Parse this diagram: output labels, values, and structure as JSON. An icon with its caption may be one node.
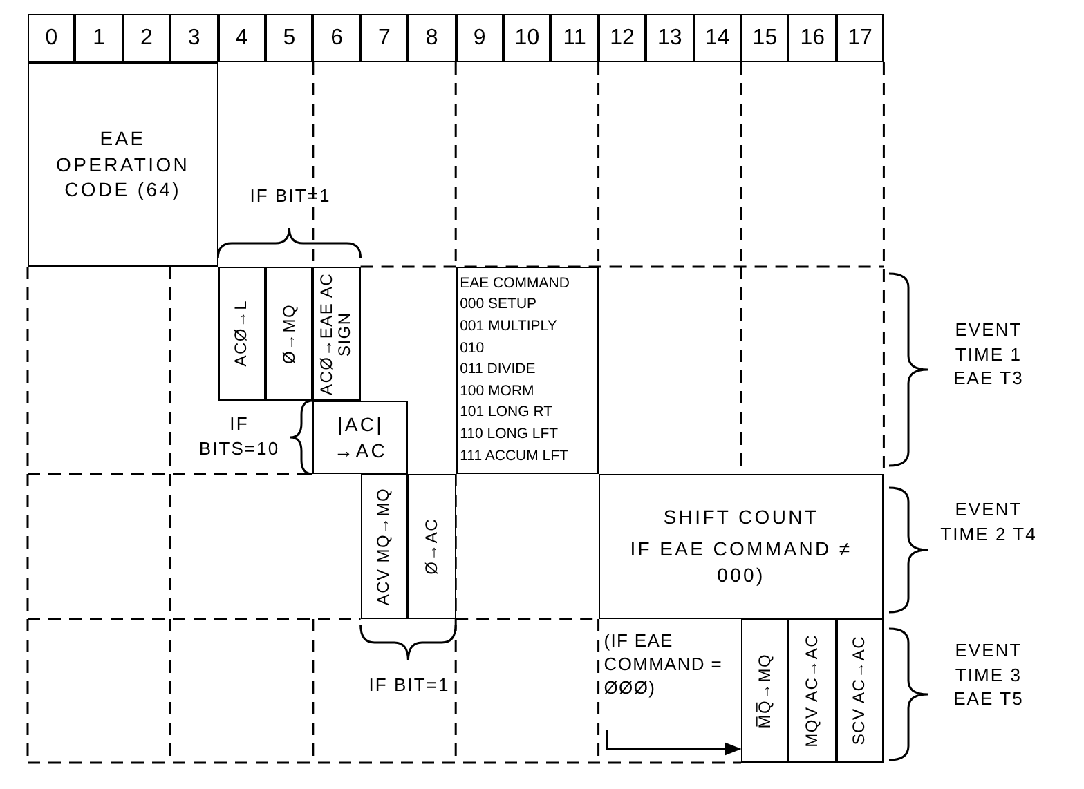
{
  "diagram": {
    "nodes": [
      {
        "text": [
          "0"
        ]
      },
      {
        "text": [
          "1"
        ]
      },
      {
        "text": [
          "2"
        ]
      },
      {
        "text": [
          "3"
        ]
      },
      {
        "text": [
          "4"
        ]
      },
      {
        "text": [
          "5"
        ]
      },
      {
        "text": [
          "6"
        ]
      },
      {
        "text": [
          "7"
        ]
      },
      {
        "text": [
          "8"
        ]
      },
      {
        "text": [
          "9"
        ]
      },
      {
        "text": [
          "10"
        ]
      },
      {
        "text": [
          "11"
        ]
      },
      {
        "text": [
          "12"
        ]
      },
      {
        "text": [
          "13"
        ]
      },
      {
        "text": [
          "14"
        ]
      },
      {
        "text": [
          "15"
        ]
      },
      {
        "text": [
          "16"
        ]
      },
      {
        "text": [
          "17"
        ]
      },
      {
        "text": [
          "EAE OPERATION CODE (64)"
        ]
      },
      {
        "text": [
          "ACØ→L"
        ]
      },
      {
        "text": [
          "Ø→MQ"
        ]
      },
      {
        "text": [
          "ACØ→EAE AC SIGN"
        ]
      },
      {
        "text": [
          "|AC|→AC"
        ]
      },
      {
        "text": [
          "EAE COMMAND",
          "000 SETUP",
          "001 MULTIPLY",
          "010",
          "011 DIVIDE",
          "100 MORM",
          "101 LONG RT",
          "110 LONG LFT",
          "111 ACCUM LFT"
        ]
      },
      {
        "text": [
          "ACV MQ→MQ"
        ]
      },
      {
        "text": [
          "Ø→AC"
        ]
      },
      {
        "text": [
          "SHIFT COUNT",
          "IF EAE COMMAND ≠ 000)"
        ]
      },
      {
        "text": [
          "(IF EAE COMMAND = ØØØ)"
        ]
      },
      {
        "text": [
          "M̅Q̅→MQ"
        ]
      },
      {
        "text": [
          "MQV AC→AC"
        ]
      },
      {
        "text": [
          "SCV AC→AC"
        ]
      }
    ],
    "edges": [
      {
        "from": 27,
        "to": 28,
        "arrow": "to"
      }
    ],
    "labels": [
      "IF BIT=1",
      "IF BITS=10",
      "IF BIT=1",
      "EVENT TIME 1 EAE T3",
      "EVENT TIME 2 T4",
      "EVENT TIME 3 EAE T5"
    ]
  }
}
